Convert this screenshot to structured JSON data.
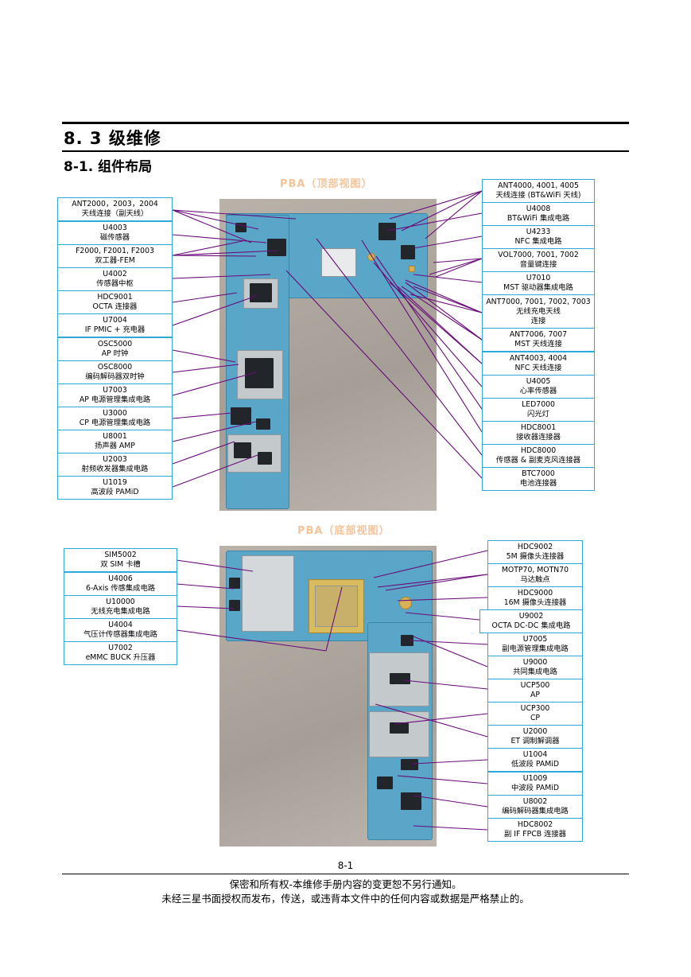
{
  "heading": {
    "section": "8. 3 级维修",
    "subsection": "8-1. 组件布局"
  },
  "top_view": {
    "title": "PBA（顶部视图）",
    "left_labels": [
      {
        "l1": "ANT2000，2003，2004",
        "l2": "天线连接（副天线）"
      },
      {
        "l1": "U4003",
        "l2": "磁传感器"
      },
      {
        "l1": "F2000, F2001, F2003",
        "l2": "双工器-FEM"
      },
      {
        "l1": "U4002",
        "l2": "传感器中枢"
      },
      {
        "l1": "HDC9001",
        "l2": "OCTA 连接器"
      },
      {
        "l1": "U7004",
        "l2": "IF PMIC + 充电器"
      },
      {
        "l1": "OSC5000",
        "l2": "AP 时钟"
      },
      {
        "l1": "OSC8000",
        "l2": "编码解码器双时钟"
      },
      {
        "l1": "U7003",
        "l2": "AP 电源管理集成电路"
      },
      {
        "l1": "U3000",
        "l2": "CP 电源管理集成电路"
      },
      {
        "l1": "U8001",
        "l2": "扬声器 AMP"
      },
      {
        "l1": "U2003",
        "l2": "射频收发器集成电路"
      },
      {
        "l1": "U1019",
        "l2": "高波段 PAMiD"
      }
    ],
    "right_labels": [
      {
        "l1": "ANT4000, 4001, 4005",
        "l2": "天线连接 (BT&WiFi 天线)"
      },
      {
        "l1": "U4008",
        "l2": "BT&WiFi 集成电路"
      },
      {
        "l1": "U4233",
        "l2": "NFC 集成电路"
      },
      {
        "l1": "VOL7000, 7001, 7002",
        "l2": "音量键连接"
      },
      {
        "l1": "U7010",
        "l2": "MST 驱动器集成电路"
      },
      {
        "l1": "ANT7000, 7001, 7002, 7003",
        "l2": "无线充电天线",
        "l3": "连接"
      },
      {
        "l1": "ANT7006, 7007",
        "l2": "MST 天线连接"
      },
      {
        "l1": "ANT4003, 4004",
        "l2": "NFC 天线连接"
      },
      {
        "l1": "U4005",
        "l2": "心率传感器"
      },
      {
        "l1": "LED7000",
        "l2": "闪光灯"
      },
      {
        "l1": "HDC8001",
        "l2": "接收器连接器"
      },
      {
        "l1": "HDC8000",
        "l2": "传感器 & 副麦克风连接器"
      },
      {
        "l1": "BTC7000",
        "l2": "电池连接器"
      }
    ]
  },
  "bottom_view": {
    "title": "PBA（底部视图）",
    "left_labels": [
      {
        "l1": "SIM5002",
        "l2": "双 SIM 卡槽"
      },
      {
        "l1": "U4006",
        "l2": "6-Axis 传感集成电路"
      },
      {
        "l1": "U10000",
        "l2": "无线充电集成电路"
      },
      {
        "l1": "U4004",
        "l2": "气压计传感器集成电路"
      },
      {
        "l1": "U7002",
        "l2": "eMMC BUCK 升压器"
      }
    ],
    "right_labels": [
      {
        "l1": "HDC9002",
        "l2": "5M 摄像头连接器"
      },
      {
        "l1": "MOTP70, MOTN70",
        "l2": "马达触点"
      },
      {
        "l1": "HDC9000",
        "l2": "16M 摄像头连接器"
      },
      {
        "l1": "U9002",
        "l2": "OCTA DC-DC 集成电路"
      },
      {
        "l1": "U7005",
        "l2": "副电源管理集成电路"
      },
      {
        "l1": "U9000",
        "l2": "共同集成电路"
      },
      {
        "l1": "UCP500",
        "l2": "AP"
      },
      {
        "l1": "UCP300",
        "l2": "CP"
      },
      {
        "l1": "U2000",
        "l2": "ET 调制解调器"
      },
      {
        "l1": "U1004",
        "l2": "低波段 PAMiD"
      },
      {
        "l1": "U1009",
        "l2": "中波段 PAMiD"
      },
      {
        "l1": "U8002",
        "l2": "编码解码器集成电路"
      },
      {
        "l1": "HDC8002",
        "l2": "副 IF FPCB 连接器"
      }
    ]
  },
  "footer": {
    "page_number": "8-1",
    "line1": "保密和所有权-本维修手册内容的变更恕不另行通知。",
    "line2": "未经三星书面授权而发布，传送，或违背本文件中的任何内容或数据是严格禁止的。"
  },
  "colors": {
    "label_border": "#2fa8dc",
    "leader_line": "#6a0a7a",
    "view_title": "#f5c49a"
  }
}
